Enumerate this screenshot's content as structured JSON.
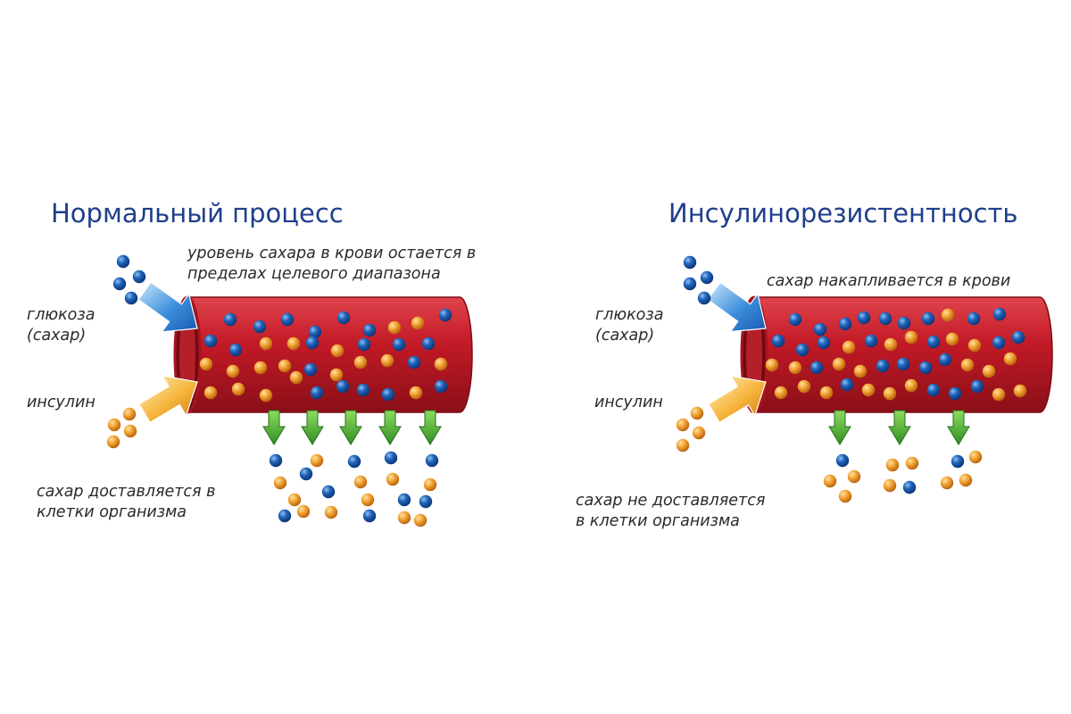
{
  "left_panel": {
    "title": "Нормальный процесс",
    "top_note_line1": "уровень сахара в крови остается в",
    "top_note_line2": "пределах целевого диапазона",
    "glucose_line1": "глюкоза",
    "glucose_line2": "(сахар)",
    "insulin": "инсулин",
    "bottom_line1": "сахар доставляется в",
    "bottom_line2": "клетки организма"
  },
  "right_panel": {
    "title": "Инсулинорезистентность",
    "top_note": "сахар накапливается в крови",
    "glucose_line1": "глюкоза",
    "glucose_line2": "(сахар)",
    "insulin": "инсулин",
    "bottom_line1": "сахар не доставляется",
    "bottom_line2": "в клетки организма"
  },
  "colors": {
    "title_blue": "#1f3f8c",
    "vessel_red": "#c21a26",
    "glucose_blue": "#1f63b8",
    "insulin_orange": "#f0a030",
    "arrow_green": "#46b034"
  }
}
